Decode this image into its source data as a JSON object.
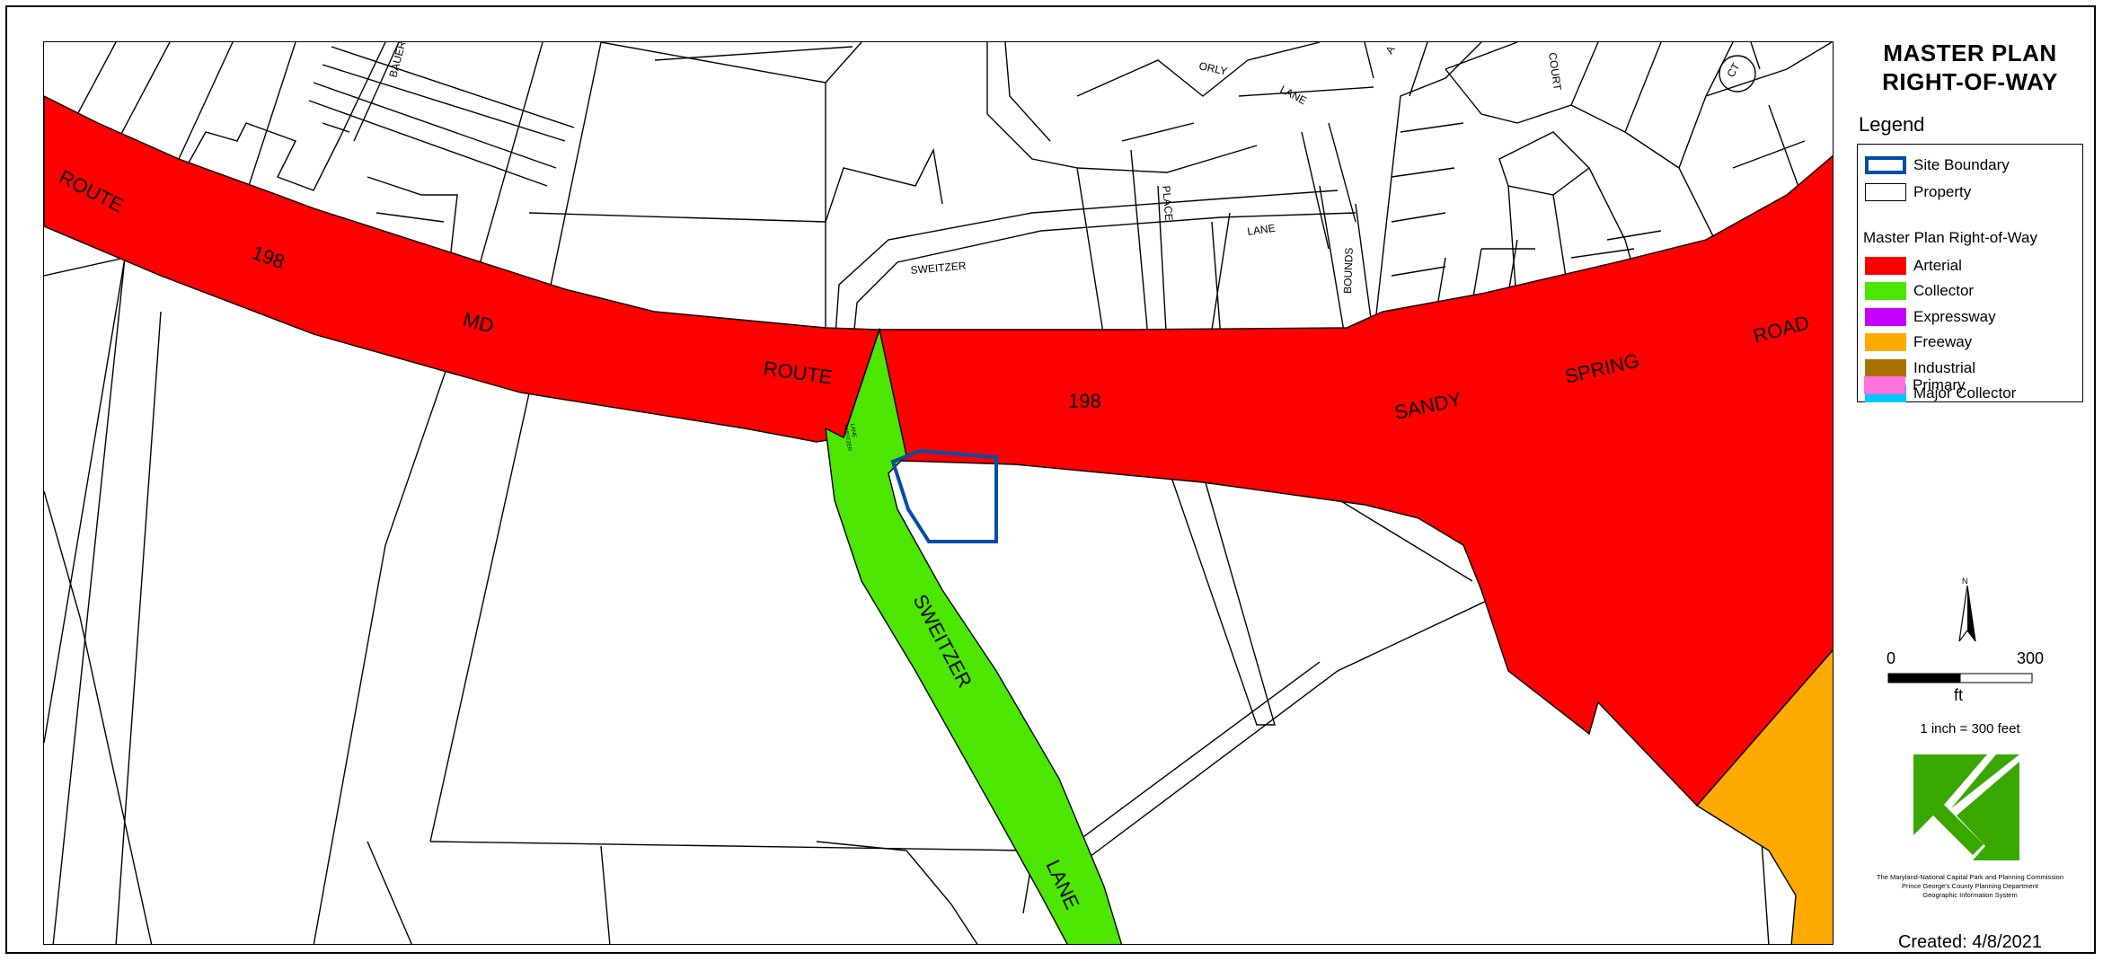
{
  "panel": {
    "title_line1": "MASTER PLAN",
    "title_line2": "RIGHT-OF-WAY",
    "legend_heading": "Legend",
    "legend_items": {
      "site_boundary": "Site Boundary",
      "property": "Property",
      "subheading": "Master Plan Right-of-Way",
      "arterial": "Arterial",
      "collector": "Collector",
      "expressway": "Expressway",
      "freeway": "Freeway",
      "industrial": "Industrial",
      "major_collector": "Major Collector",
      "primary": "Primary"
    },
    "scale": {
      "zero": "0",
      "max": "300",
      "unit": "ft",
      "ratio": "1 inch = 300 feet"
    },
    "credit_line1": "The Maryland-National Capital Park and Planning Commission",
    "credit_line2": "Prince George's County Planning Department",
    "credit_line3": "Geographic Information System",
    "created": "Created: 4/8/2021",
    "north_label": "N"
  },
  "colors": {
    "arterial": "#ff0000",
    "collector": "#4ce600",
    "expressway": "#c500ff",
    "freeway": "#ffaa00",
    "industrial": "#a87000",
    "major_collector": "#00c5ff",
    "primary": "#ff73df",
    "site_boundary": "#004da8",
    "logo_green": "#38a800"
  },
  "map_labels": {
    "route_w": "ROUTE",
    "n198_w": "198",
    "md": "MD",
    "route_c": "ROUTE",
    "n198_c": "198",
    "sandy": "SANDY",
    "spring": "SPRING",
    "road": "ROAD",
    "sweitzer_s": "SWEITZER",
    "lane_s": "LANE",
    "sweitzer_n": "SWEITZER",
    "lane_n": "LANE",
    "orly": "ORLY",
    "lane_orly": "LANE",
    "place": "PLACE",
    "bounds": "BOUNDS",
    "court": "COURT",
    "ct": "CT",
    "bauer": "BAUER",
    "a_label": "A",
    "sweitzer_tiny": "SWEITZER",
    "lane_tiny": "LANE"
  }
}
